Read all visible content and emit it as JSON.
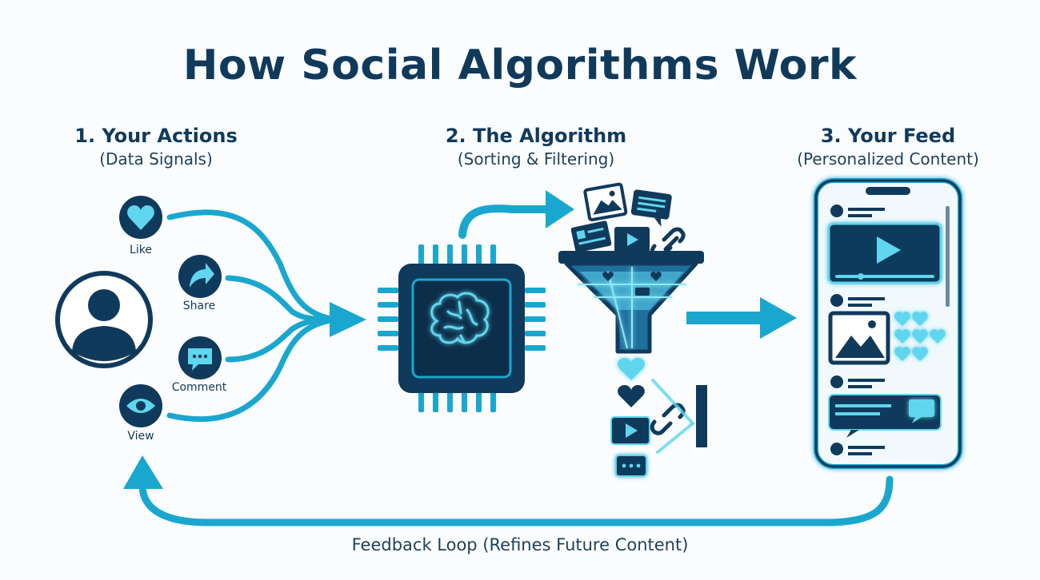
{
  "title": "How Social Algorithms Work",
  "stages": [
    {
      "heading": "1. Your Actions",
      "subheading": "(Data Signals)"
    },
    {
      "heading": "2. The Algorithm",
      "subheading": "(Sorting & Filtering)"
    },
    {
      "heading": "3. Your Feed",
      "subheading": "(Personalized Content)"
    }
  ],
  "signals": [
    {
      "label": "Like",
      "icon": "heart-icon"
    },
    {
      "label": "Share",
      "icon": "share-arrow-icon"
    },
    {
      "label": "Comment",
      "icon": "chat-bubble-icon"
    },
    {
      "label": "View",
      "icon": "eye-icon"
    }
  ],
  "feedback_loop": "Feedback Loop (Refines Future Content)",
  "colors": {
    "navy": "#103a5c",
    "cyan": "#1aa7cf",
    "light_cyan": "#5fd6ee",
    "background": "#fbfcfd"
  }
}
